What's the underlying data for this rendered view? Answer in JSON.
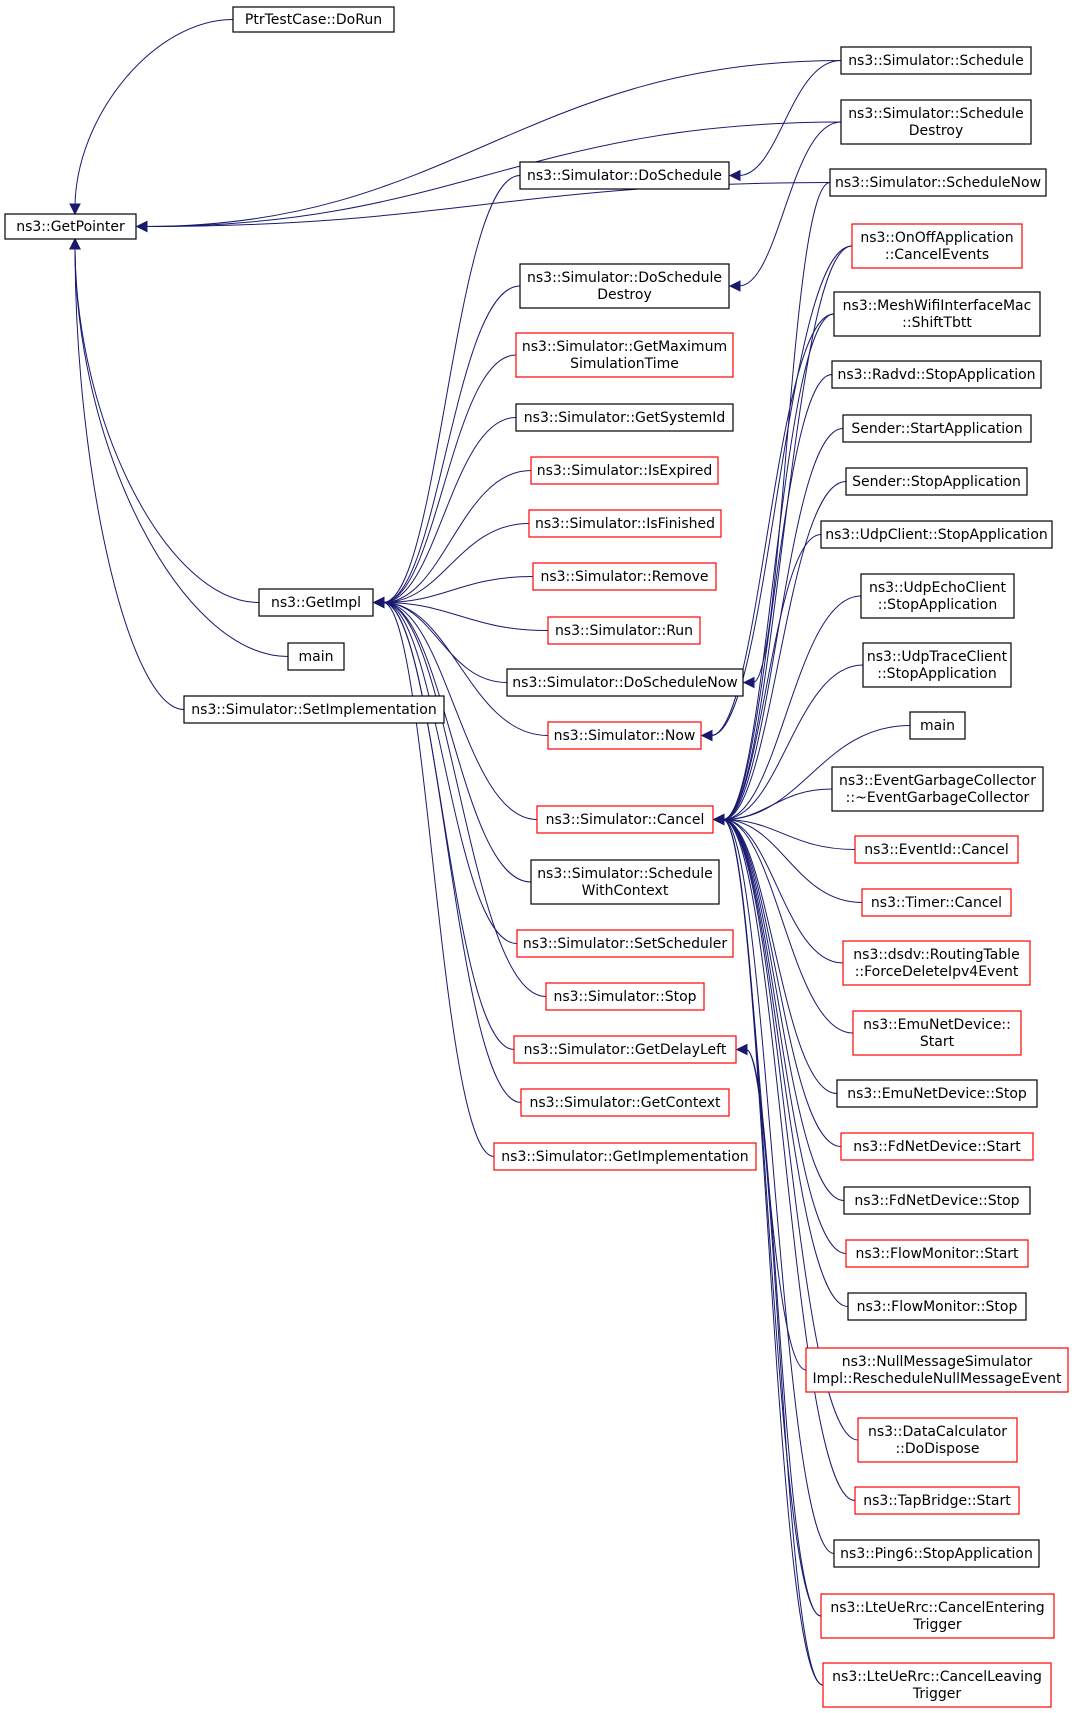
{
  "colors": {
    "edge": "#191970",
    "highlight_fill": "#bfbfbf",
    "black_border": "#000000",
    "red_border": "#ff0000"
  },
  "nodes": [
    {
      "id": "getpointer",
      "lines": [
        "ns3::GetPointer"
      ],
      "border": "black",
      "highlight": true
    },
    {
      "id": "ptrtestcase",
      "lines": [
        "PtrTestCase::DoRun"
      ],
      "border": "black"
    },
    {
      "id": "schedule",
      "lines": [
        "ns3::Simulator::Schedule"
      ],
      "border": "black"
    },
    {
      "id": "scheduledestroy",
      "lines": [
        "ns3::Simulator::Schedule",
        "Destroy"
      ],
      "border": "black"
    },
    {
      "id": "schedulenow",
      "lines": [
        "ns3::Simulator::ScheduleNow"
      ],
      "border": "black"
    },
    {
      "id": "doschedule",
      "lines": [
        "ns3::Simulator::DoSchedule"
      ],
      "border": "black"
    },
    {
      "id": "doscheduledestroy",
      "lines": [
        "ns3::Simulator::DoSchedule",
        "Destroy"
      ],
      "border": "black"
    },
    {
      "id": "getmaxsim",
      "lines": [
        "ns3::Simulator::GetMaximum",
        "SimulationTime"
      ],
      "border": "red"
    },
    {
      "id": "getsystemid",
      "lines": [
        "ns3::Simulator::GetSystemId"
      ],
      "border": "black"
    },
    {
      "id": "isexpired",
      "lines": [
        "ns3::Simulator::IsExpired"
      ],
      "border": "red"
    },
    {
      "id": "isfinished",
      "lines": [
        "ns3::Simulator::IsFinished"
      ],
      "border": "red"
    },
    {
      "id": "remove",
      "lines": [
        "ns3::Simulator::Remove"
      ],
      "border": "red"
    },
    {
      "id": "getimpl",
      "lines": [
        "ns3::GetImpl"
      ],
      "border": "black"
    },
    {
      "id": "run",
      "lines": [
        "ns3::Simulator::Run"
      ],
      "border": "red"
    },
    {
      "id": "main1",
      "lines": [
        "main"
      ],
      "border": "black"
    },
    {
      "id": "doschedulenow",
      "lines": [
        "ns3::Simulator::DoScheduleNow"
      ],
      "border": "black"
    },
    {
      "id": "setimpl",
      "lines": [
        "ns3::Simulator::SetImplementation"
      ],
      "border": "black"
    },
    {
      "id": "now",
      "lines": [
        "ns3::Simulator::Now"
      ],
      "border": "red"
    },
    {
      "id": "cancel",
      "lines": [
        "ns3::Simulator::Cancel"
      ],
      "border": "red"
    },
    {
      "id": "schedwithctx",
      "lines": [
        "ns3::Simulator::Schedule",
        "WithContext"
      ],
      "border": "black"
    },
    {
      "id": "setscheduler",
      "lines": [
        "ns3::Simulator::SetScheduler"
      ],
      "border": "red"
    },
    {
      "id": "stop",
      "lines": [
        "ns3::Simulator::Stop"
      ],
      "border": "red"
    },
    {
      "id": "getdelayleft",
      "lines": [
        "ns3::Simulator::GetDelayLeft"
      ],
      "border": "red"
    },
    {
      "id": "getcontext",
      "lines": [
        "ns3::Simulator::GetContext"
      ],
      "border": "red"
    },
    {
      "id": "getimplementation",
      "lines": [
        "ns3::Simulator::GetImplementation"
      ],
      "border": "red"
    },
    {
      "id": "onoff",
      "lines": [
        "ns3::OnOffApplication",
        "::CancelEvents"
      ],
      "border": "red"
    },
    {
      "id": "meshwifi",
      "lines": [
        "ns3::MeshWifiInterfaceMac",
        "::ShiftTbtt"
      ],
      "border": "black"
    },
    {
      "id": "radvd",
      "lines": [
        "ns3::Radvd::StopApplication"
      ],
      "border": "black"
    },
    {
      "id": "senderstart",
      "lines": [
        "Sender::StartApplication"
      ],
      "border": "black"
    },
    {
      "id": "senderstop",
      "lines": [
        "Sender::StopApplication"
      ],
      "border": "black"
    },
    {
      "id": "udpclient",
      "lines": [
        "ns3::UdpClient::StopApplication"
      ],
      "border": "black"
    },
    {
      "id": "udpecho",
      "lines": [
        "ns3::UdpEchoClient",
        "::StopApplication"
      ],
      "border": "black"
    },
    {
      "id": "udptrace",
      "lines": [
        "ns3::UdpTraceClient",
        "::StopApplication"
      ],
      "border": "black"
    },
    {
      "id": "main2",
      "lines": [
        "main"
      ],
      "border": "black"
    },
    {
      "id": "egc",
      "lines": [
        "ns3::EventGarbageCollector",
        "::~EventGarbageCollector"
      ],
      "border": "black"
    },
    {
      "id": "eventidcancel",
      "lines": [
        "ns3::EventId::Cancel"
      ],
      "border": "red"
    },
    {
      "id": "timercancel",
      "lines": [
        "ns3::Timer::Cancel"
      ],
      "border": "red"
    },
    {
      "id": "dsdv",
      "lines": [
        "ns3::dsdv::RoutingTable",
        "::ForceDeleteIpv4Event"
      ],
      "border": "red"
    },
    {
      "id": "emustart",
      "lines": [
        "ns3::EmuNetDevice::",
        "Start"
      ],
      "border": "red"
    },
    {
      "id": "emustop",
      "lines": [
        "ns3::EmuNetDevice::Stop"
      ],
      "border": "black"
    },
    {
      "id": "fdstart",
      "lines": [
        "ns3::FdNetDevice::Start"
      ],
      "border": "red"
    },
    {
      "id": "fdstop",
      "lines": [
        "ns3::FdNetDevice::Stop"
      ],
      "border": "black"
    },
    {
      "id": "flowstart",
      "lines": [
        "ns3::FlowMonitor::Start"
      ],
      "border": "red"
    },
    {
      "id": "flowstop",
      "lines": [
        "ns3::FlowMonitor::Stop"
      ],
      "border": "black"
    },
    {
      "id": "nullmsg",
      "lines": [
        "ns3::NullMessageSimulator",
        "Impl::RescheduleNullMessageEvent"
      ],
      "border": "red"
    },
    {
      "id": "datacalc",
      "lines": [
        "ns3::DataCalculator",
        "::DoDispose"
      ],
      "border": "red"
    },
    {
      "id": "tapbridge",
      "lines": [
        "ns3::TapBridge::Start"
      ],
      "border": "red"
    },
    {
      "id": "ping6",
      "lines": [
        "ns3::Ping6::StopApplication"
      ],
      "border": "black"
    },
    {
      "id": "ltecancelentering",
      "lines": [
        "ns3::LteUeRrc::CancelEntering",
        "Trigger"
      ],
      "border": "red"
    },
    {
      "id": "ltecancelleaving",
      "lines": [
        "ns3::LteUeRrc::CancelLeaving",
        "Trigger"
      ],
      "border": "red"
    }
  ],
  "edges": [
    [
      "ptrtestcase",
      "getpointer"
    ],
    [
      "schedule",
      "getpointer"
    ],
    [
      "scheduledestroy",
      "getpointer"
    ],
    [
      "schedulenow",
      "getpointer"
    ],
    [
      "getimpl",
      "getpointer"
    ],
    [
      "main1",
      "getpointer"
    ],
    [
      "setimpl",
      "getpointer"
    ],
    [
      "schedule",
      "doschedule"
    ],
    [
      "scheduledestroy",
      "doscheduledestroy"
    ],
    [
      "schedulenow",
      "doschedulenow"
    ],
    [
      "doschedule",
      "getimpl"
    ],
    [
      "doscheduledestroy",
      "getimpl"
    ],
    [
      "getmaxsim",
      "getimpl"
    ],
    [
      "getsystemid",
      "getimpl"
    ],
    [
      "isexpired",
      "getimpl"
    ],
    [
      "isfinished",
      "getimpl"
    ],
    [
      "remove",
      "getimpl"
    ],
    [
      "run",
      "getimpl"
    ],
    [
      "doschedulenow",
      "getimpl"
    ],
    [
      "now",
      "getimpl"
    ],
    [
      "cancel",
      "getimpl"
    ],
    [
      "schedwithctx",
      "getimpl"
    ],
    [
      "setscheduler",
      "getimpl"
    ],
    [
      "stop",
      "getimpl"
    ],
    [
      "getdelayleft",
      "getimpl"
    ],
    [
      "getcontext",
      "getimpl"
    ],
    [
      "getimplementation",
      "getimpl"
    ],
    [
      "onoff",
      "now"
    ],
    [
      "meshwifi",
      "now"
    ],
    [
      "onoff",
      "cancel"
    ],
    [
      "meshwifi",
      "cancel"
    ],
    [
      "radvd",
      "cancel"
    ],
    [
      "senderstart",
      "cancel"
    ],
    [
      "senderstop",
      "cancel"
    ],
    [
      "udpclient",
      "cancel"
    ],
    [
      "udpecho",
      "cancel"
    ],
    [
      "udptrace",
      "cancel"
    ],
    [
      "main2",
      "cancel"
    ],
    [
      "egc",
      "cancel"
    ],
    [
      "eventidcancel",
      "cancel"
    ],
    [
      "timercancel",
      "cancel"
    ],
    [
      "dsdv",
      "cancel"
    ],
    [
      "emustart",
      "cancel"
    ],
    [
      "emustop",
      "cancel"
    ],
    [
      "fdstart",
      "cancel"
    ],
    [
      "fdstop",
      "cancel"
    ],
    [
      "flowstart",
      "cancel"
    ],
    [
      "flowstop",
      "cancel"
    ],
    [
      "nullmsg",
      "cancel"
    ],
    [
      "datacalc",
      "cancel"
    ],
    [
      "tapbridge",
      "cancel"
    ],
    [
      "ping6",
      "cancel"
    ],
    [
      "ltecancelentering",
      "cancel"
    ],
    [
      "ltecancelleaving",
      "cancel"
    ],
    [
      "ltecancelentering",
      "getdelayleft"
    ],
    [
      "ltecancelleaving",
      "getdelayleft"
    ]
  ]
}
